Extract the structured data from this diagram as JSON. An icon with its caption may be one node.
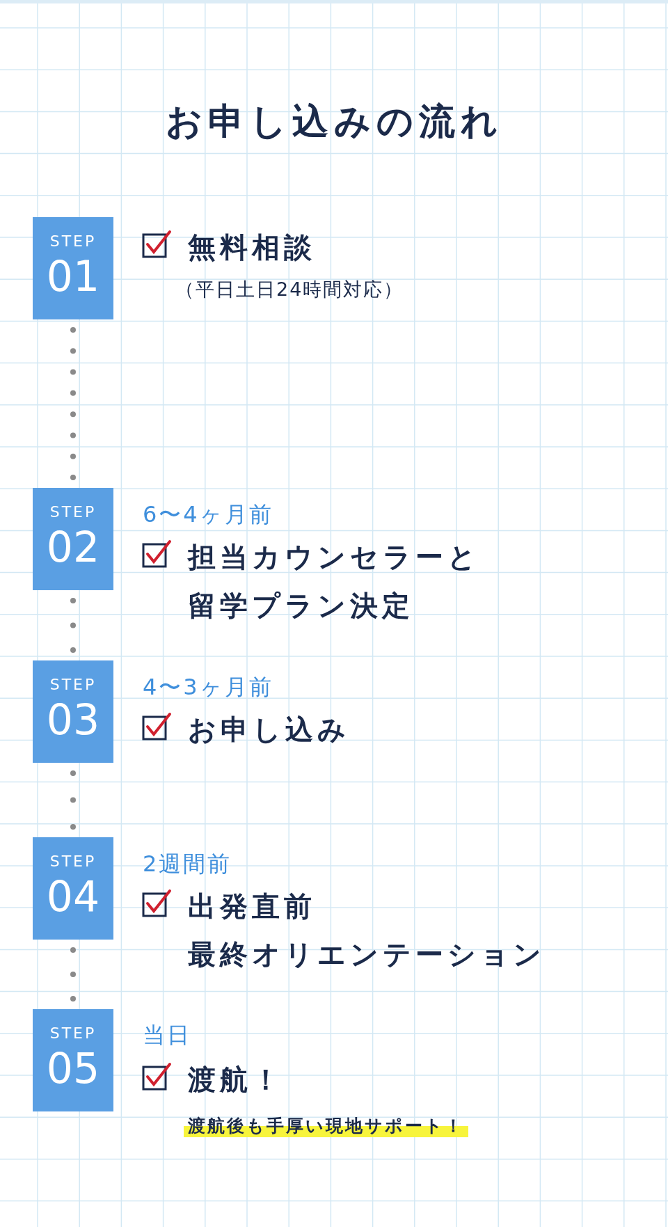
{
  "diagram": {
    "title": "お申し込みの流れ",
    "nodes": [
      {
        "text": [
          "STEP",
          "01"
        ],
        "beside": [
          "無料相談",
          "（平日土日24時間対応）"
        ]
      },
      {
        "text": [
          "STEP",
          "02"
        ],
        "beside": [
          "6〜4ヶ月前",
          "担当カウンセラーと留学プラン決定"
        ]
      },
      {
        "text": [
          "STEP",
          "03"
        ],
        "beside": [
          "4〜3ヶ月前",
          "お申し込み"
        ]
      },
      {
        "text": [
          "STEP",
          "04"
        ],
        "beside": [
          "2週間前",
          "出発直前",
          "最終オリエンテーション"
        ]
      },
      {
        "text": [
          "STEP",
          "05"
        ],
        "beside": [
          "当日",
          "渡航！",
          "渡航後も手厚い現地サポート！"
        ]
      }
    ],
    "edges": [
      {
        "from": 0,
        "to": 1,
        "arrow": "none",
        "style": "dashed"
      },
      {
        "from": 1,
        "to": 2,
        "arrow": "none",
        "style": "dashed"
      },
      {
        "from": 2,
        "to": 3,
        "arrow": "none",
        "style": "dashed"
      },
      {
        "from": 3,
        "to": 4,
        "arrow": "none",
        "style": "dashed"
      }
    ]
  }
}
